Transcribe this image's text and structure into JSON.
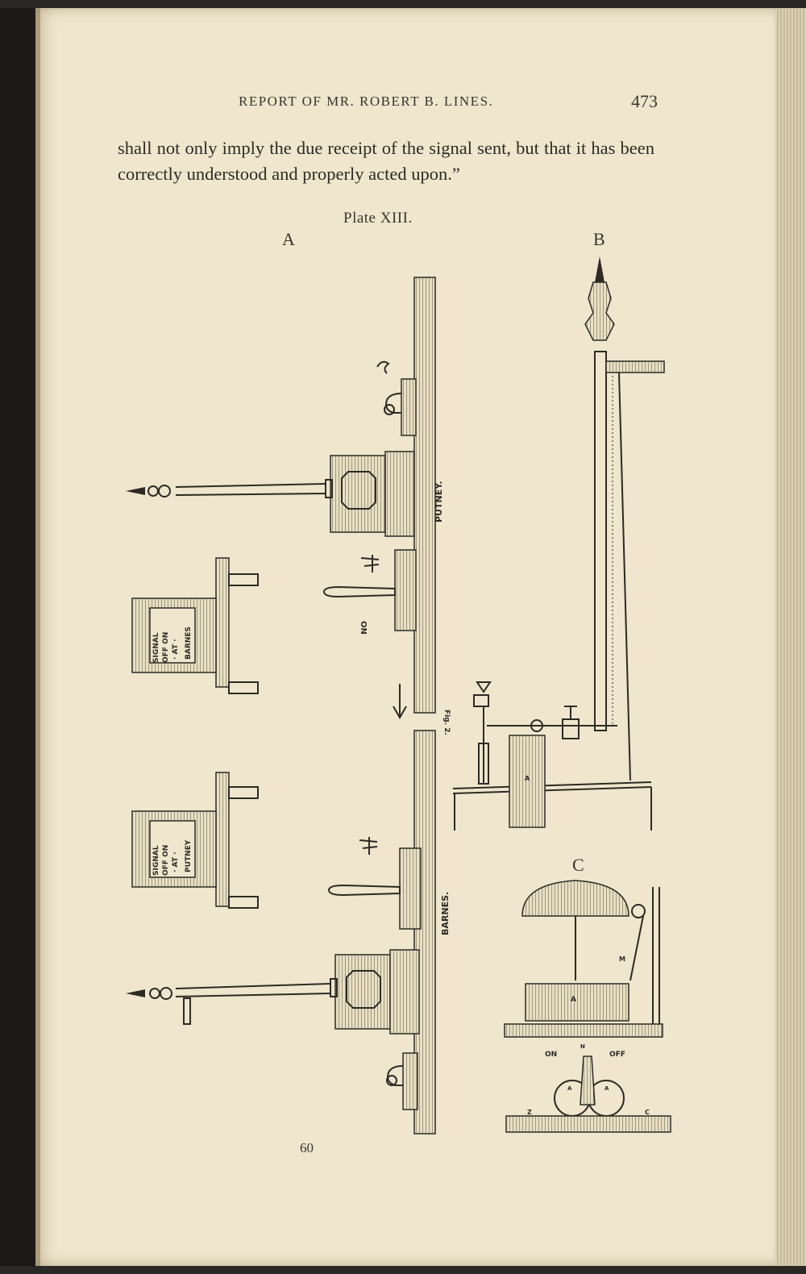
{
  "header": {
    "running_title": "REPORT OF MR. ROBERT B. LINES.",
    "page_number": "473"
  },
  "body_text": "shall not only imply the due receipt of the signal sent, but that it has been correctly understood and properly acted upon.”",
  "plate": {
    "title": "Plate XIII.",
    "figure_a_label": "A",
    "figure_b_label": "B",
    "figure_c_label": "C",
    "station_top": "PUTNEY.",
    "station_bottom": "BARNES.",
    "fig_top_mark": "Fig. 2.",
    "card_left_top": [
      "SIGNAL",
      "OFF ON",
      "· AT ·",
      "BARNES"
    ],
    "card_left_bottom": [
      "SIGNAL",
      "OFF ON",
      "· AT ·",
      "PUTNEY"
    ],
    "c_on": "ON",
    "c_off": "OFF",
    "c_n": "N",
    "c_a": "A",
    "c_z": "Z",
    "c_c": "C",
    "c_m": "M",
    "b_a": "A"
  },
  "footer": {
    "signature": "60"
  }
}
